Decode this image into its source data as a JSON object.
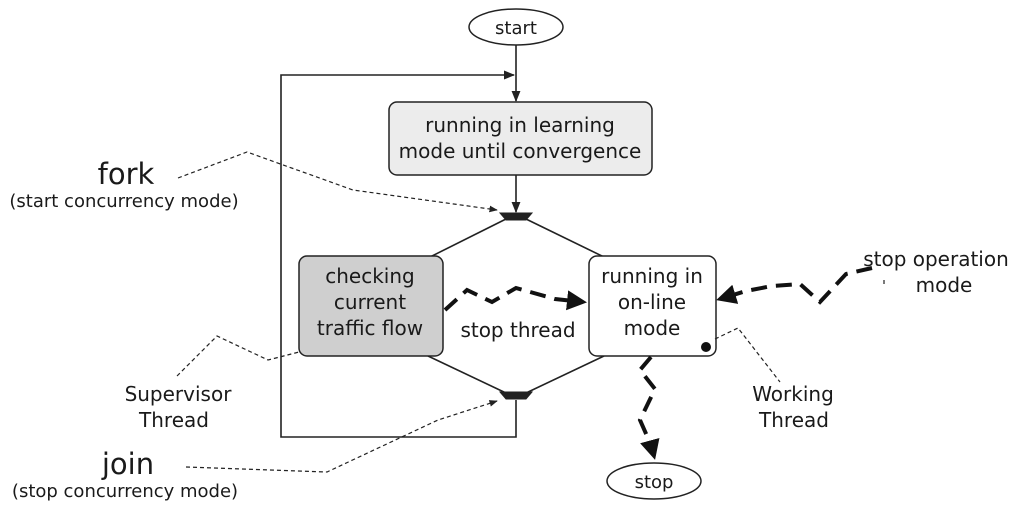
{
  "nodes": {
    "start": "start",
    "learning": [
      "running in learning",
      "mode until convergence"
    ],
    "checking": [
      "checking",
      "current",
      "traffic flow"
    ],
    "online": [
      "running in",
      "on-line",
      "mode"
    ],
    "stop": "stop"
  },
  "labels": {
    "fork_title": "fork",
    "fork_sub": "(start concurrency mode)",
    "join_title": "join",
    "join_sub": "(stop concurrency mode)",
    "stop_thread": "stop thread",
    "stop_operation": [
      "stop operation",
      "mode"
    ],
    "supervisor": [
      "Supervisor",
      "Thread"
    ],
    "working": [
      "Working",
      "Thread"
    ]
  }
}
